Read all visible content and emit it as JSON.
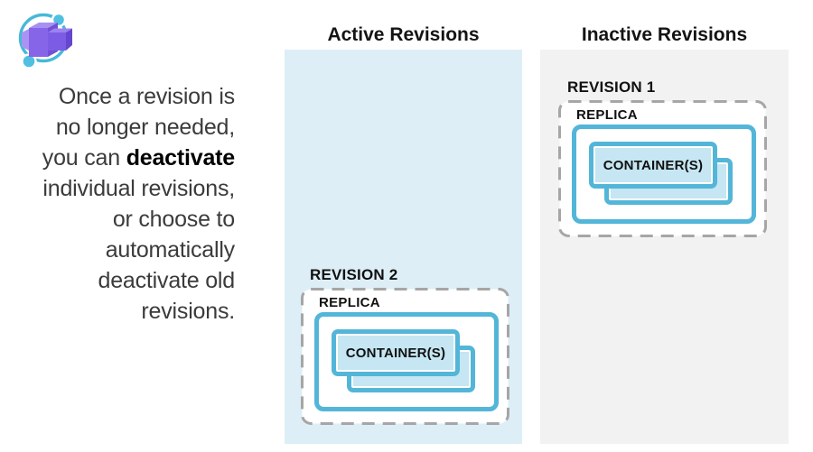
{
  "icons": {
    "logo": "container-apps-logo"
  },
  "intro": {
    "line1": "Once a revision is",
    "line2": "no longer needed,",
    "line3_prefix": "you can ",
    "line3_bold": "deactivate",
    "line4": "individual revisions,",
    "line5": "or choose to",
    "line6": "automatically",
    "line7": "deactivate old",
    "line8": "revisions."
  },
  "columns": {
    "active": {
      "title": "Active Revisions",
      "panel_color": "#ddeef7"
    },
    "inactive": {
      "title": "Inactive Revisions",
      "panel_color": "#f2f2f2"
    }
  },
  "cards": {
    "revision2": {
      "label": "REVISION 2",
      "replica": "REPLICA",
      "container": "CONTAINER(S)"
    },
    "revision1": {
      "label": "REVISION 1",
      "replica": "REPLICA",
      "container": "CONTAINER(S)"
    }
  },
  "colors": {
    "blue_border": "#53b6d8",
    "container_fill": "#c5e6f2",
    "dashed_border": "#a6a6a6",
    "active_panel_bg": "#ddeef7",
    "inactive_panel_bg": "#f2f2f2",
    "logo_purple": "#8765e8",
    "logo_cyan": "#45b9d9"
  }
}
